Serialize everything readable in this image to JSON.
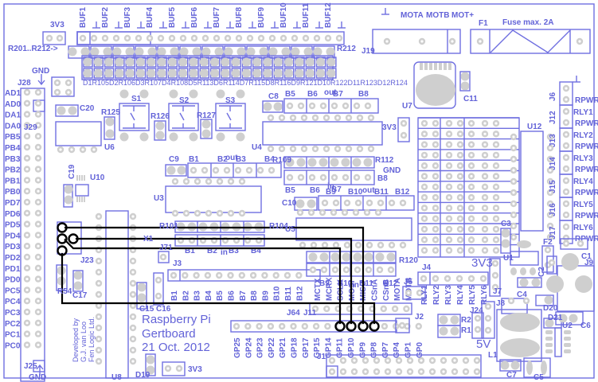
{
  "board": {
    "title_lines": [
      "Raspberry Pi",
      "Gertboard",
      "21 Oct. 2012"
    ],
    "developer_lines": [
      "Developed by",
      "G.J. van Loo",
      "Fen Logic Ltd."
    ],
    "colors": {
      "silkscreen": "#6363d8",
      "pad": "#cfcfcf",
      "wire": "#000000",
      "background": "#ffffff"
    }
  },
  "top": {
    "label_3v3": "3V3",
    "buf_labels": [
      "BUF1",
      "BUF2",
      "BUF3",
      "BUF4",
      "BUF5",
      "BUF6",
      "BUF7",
      "BUF8",
      "BUF9",
      "BUF10",
      "BUF11",
      "BUF12"
    ],
    "r201_label": "R201..R212->",
    "r212_label": "R212",
    "led_row_labels": [
      "D1",
      "R105",
      "D2",
      "R106",
      "D3",
      "R107",
      "D4",
      "R108",
      "D5",
      "R113",
      "D6",
      "R114",
      "D7",
      "R115",
      "D8",
      "R116",
      "D9",
      "R121",
      "D10",
      "R122",
      "D11",
      "R123",
      "D12",
      "R124"
    ],
    "j19": "J19",
    "motor_labels": [
      "MOTA",
      "MOTB",
      "MOT+"
    ],
    "f1": "F1",
    "fuse": "Fuse max. 2A"
  },
  "left": {
    "gnd_top": "GND",
    "j28": "J28",
    "j28_pins": [
      "AD1",
      "AD0",
      "DA1",
      "DA0"
    ],
    "j29": "J29",
    "port_pins": [
      "PB5",
      "PB4",
      "PB3",
      "PB2",
      "PB1",
      "PB0",
      "PD7",
      "PD6",
      "PD5",
      "PD4",
      "PD3",
      "PD2",
      "PD1",
      "PD0",
      "PC5",
      "PC4",
      "PC3",
      "PC2",
      "PC1",
      "PC0"
    ],
    "j25": "J25",
    "gnd_bottom": "GND"
  },
  "parts": {
    "c20": "C20",
    "r125": "R125",
    "u6": "U6",
    "s1": "S1",
    "s2": "S2",
    "s3": "S3",
    "r126": "R126",
    "r127": "R127",
    "c8": "C8",
    "u7": "U7",
    "c11": "C11",
    "u4": "U4",
    "u3": "U3",
    "c9": "C9",
    "c19": "C19",
    "u10": "U10",
    "r109": "R109",
    "r112": "R112",
    "gnd": "GND",
    "3v3_mid": "3V3",
    "c10": "C10",
    "u5": "U5",
    "r101": "R101",
    "r104": "R104",
    "x1": "X1",
    "j71": "J71",
    "j3": "J3",
    "j23": "J23",
    "r54": "R54",
    "c17": "C17",
    "c15": "C15",
    "c16": "C16",
    "u8": "U8",
    "d19": "D19",
    "3v3_bottom": "3V3",
    "r120": "R120",
    "j4": "J4",
    "j5": "J5",
    "j2": "J2",
    "j64": "J64",
    "j11": "J11",
    "j1": "J1",
    "u12": "U12",
    "c3": "C3",
    "f2": "F2",
    "u1": "U1",
    "c1": "C1",
    "j9": "J9",
    "c2": "C2",
    "c4": "C4",
    "j7": "J7",
    "j8": "J8",
    "3v3_right": "3V3",
    "j24": "J24",
    "r2": "R2",
    "r1": "R1",
    "5v": "5V",
    "d20": "D20",
    "d21": "D21",
    "u2": "U2",
    "c6": "C6",
    "l1": "L1",
    "c7": "C7",
    "c5": "C5"
  },
  "out_group_top": {
    "labels": [
      "B5",
      "B6",
      "out",
      "B7",
      "B8"
    ]
  },
  "out_group_u3": {
    "labels": [
      "B1",
      "B2",
      "out",
      "B3",
      "B4"
    ]
  },
  "in_group_u4": {
    "labels": [
      "B5",
      "B6",
      "in",
      "B7",
      "B8"
    ]
  },
  "out_group_u5": {
    "labels": [
      "B9",
      "B10",
      "out",
      "B11",
      "B12"
    ]
  },
  "in_group_u3": {
    "labels": [
      "B1",
      "B2",
      "in",
      "B3",
      "B4"
    ]
  },
  "in_group_u5": {
    "labels": [
      "B9",
      "B10",
      "in",
      "B11",
      "B12"
    ]
  },
  "j3_pins": [
    "B1",
    "B2",
    "B3",
    "B4",
    "B5",
    "B6",
    "B7",
    "B8",
    "B9",
    "B10",
    "B11",
    "B12"
  ],
  "j11_pins": [
    "MCTX",
    "MCRX",
    "SCLK",
    "MOSI",
    "MISO",
    "CSnA",
    "CSnB",
    "MOTA",
    "MOTB"
  ],
  "gp_pins": [
    "GP25",
    "GP24",
    "GP23",
    "GP22",
    "GP21",
    "GP18",
    "GP17",
    "GP15",
    "GP14",
    "GP11",
    "GP10",
    "GP9",
    "GP8",
    "GP7",
    "GP4",
    "GP1",
    "GP0"
  ],
  "relay_pins": [
    "RLY1",
    "RLY2",
    "RLY3",
    "RLY4",
    "RLY5",
    "RLY6"
  ],
  "relay_headers": [
    {
      "name": "J6",
      "labels": [
        "",
        "RPWR"
      ]
    },
    {
      "name": "J12",
      "labels": [
        "RLY1",
        "RPWR"
      ]
    },
    {
      "name": "J13",
      "labels": [
        "RLY2",
        "RPWR"
      ]
    },
    {
      "name": "J14",
      "labels": [
        "RLY3",
        "RPWR"
      ]
    },
    {
      "name": "J15",
      "labels": [
        "RLY4",
        "RPWR"
      ]
    },
    {
      "name": "J16",
      "labels": [
        "RLY5",
        "RPWR"
      ]
    },
    {
      "name": "J17",
      "labels": [
        "RLY6",
        "RPWR"
      ]
    }
  ],
  "wires": [
    {
      "from": "PD5 (J23)",
      "to": "GP8"
    },
    {
      "from": "PD4 (J23)",
      "to": "GP9"
    },
    {
      "from": "PD3 (J23)",
      "to": "GP10"
    },
    {
      "from": "J23",
      "to": "GP11"
    }
  ]
}
